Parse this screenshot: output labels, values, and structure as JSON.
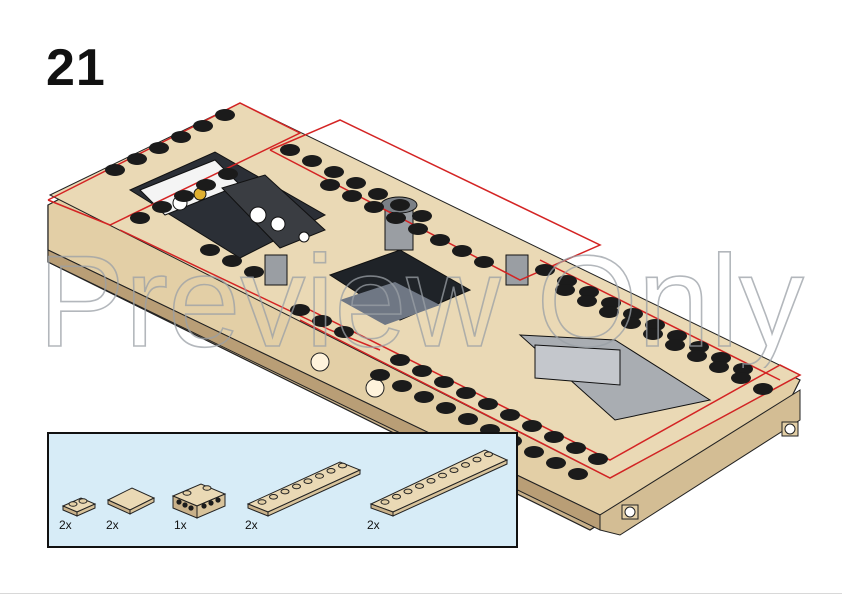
{
  "step": {
    "number": "21"
  },
  "watermark": {
    "text": "Preview Only"
  },
  "parts_list": {
    "items": [
      {
        "name": "tan-plate-1x2",
        "quantity": "2x"
      },
      {
        "name": "tan-tile-2x2",
        "quantity": "2x"
      },
      {
        "name": "tan-brick-1x4-side-studs",
        "quantity": "1x"
      },
      {
        "name": "tan-plate-1x8",
        "quantity": "2x"
      },
      {
        "name": "tan-plate-1x10",
        "quantity": "2x"
      }
    ]
  },
  "colors": {
    "tan": "#e3cfa6",
    "tan_shadow": "#c9b18a",
    "stud_dark": "#1b1b1b",
    "highlight_red": "#d42424",
    "parts_bg": "#d7ecf7",
    "grey": "#9a9ea3"
  }
}
